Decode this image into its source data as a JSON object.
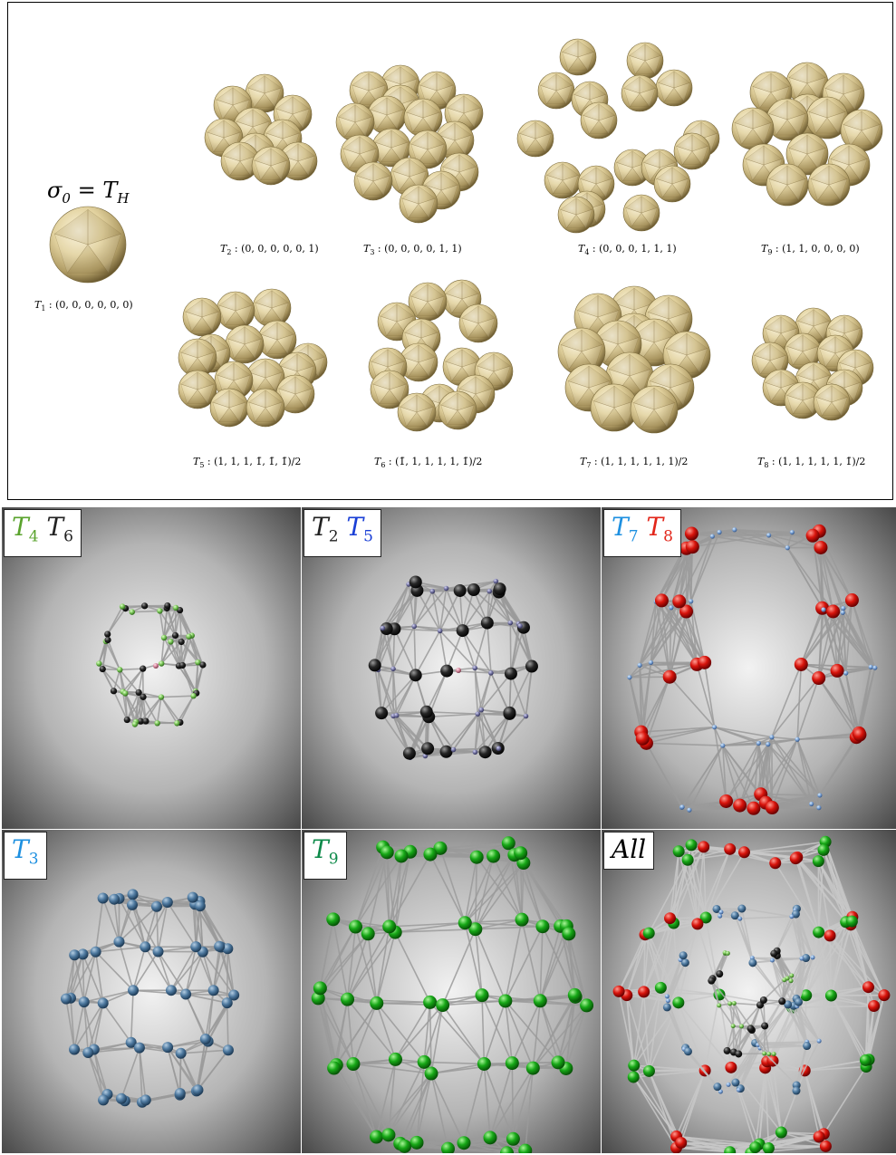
{
  "heading": {
    "sigma": "σ",
    "sigma_sub": "0",
    "equals": "= T",
    "equals_sub": "H"
  },
  "colors": {
    "ball": "#e8d9a6",
    "ball_shadow": "#8d7b4a",
    "t4": "#5aa32d",
    "t6": "#222222",
    "t2": "#222222",
    "t5": "#1a3fd6",
    "t7": "#1e90e0",
    "t8": "#e2261a",
    "t3": "#1e90e0",
    "t9": "#0e8a4a"
  },
  "clusters": [
    {
      "id": "T1",
      "name": "T",
      "sub": "1",
      "coords": "(0, 0, 0, 0, 0, 0)"
    },
    {
      "id": "T2",
      "name": "T",
      "sub": "2",
      "coords": "(0, 0, 0, 0, 0, 1)"
    },
    {
      "id": "T3",
      "name": "T",
      "sub": "3",
      "coords": "(0, 0, 0, 0, 1, 1)"
    },
    {
      "id": "T4",
      "name": "T",
      "sub": "4",
      "coords": "(0, 0, 0, 1, 1, 1)"
    },
    {
      "id": "T9",
      "name": "T",
      "sub": "9",
      "coords": "(1, 1, 0, 0, 0, 0)"
    },
    {
      "id": "T5",
      "name": "T",
      "sub": "5",
      "coords": "(1, 1, 1, 1̄, 1̄, 1̄)/2"
    },
    {
      "id": "T6",
      "name": "T",
      "sub": "6",
      "coords": "(1̄, 1, 1, 1, 1, 1̄)/2"
    },
    {
      "id": "T7",
      "name": "T",
      "sub": "7",
      "coords": "(1, 1, 1, 1, 1, 1)/2"
    },
    {
      "id": "T8",
      "name": "T",
      "sub": "8",
      "coords": "(1, 1, 1, 1, 1, 1̄)/2"
    }
  ],
  "panels": [
    {
      "id": "p1",
      "label": [
        {
          "t": "T",
          "s": "4",
          "c": "#5aa32d"
        },
        {
          "t": "T",
          "s": "6",
          "c": "#222222"
        }
      ]
    },
    {
      "id": "p2",
      "label": [
        {
          "t": "T",
          "s": "2",
          "c": "#222222"
        },
        {
          "t": "T",
          "s": "5",
          "c": "#1a3fd6"
        }
      ]
    },
    {
      "id": "p3",
      "label": [
        {
          "t": "T",
          "s": "7",
          "c": "#1e90e0"
        },
        {
          "t": "T",
          "s": "8",
          "c": "#e2261a"
        }
      ]
    },
    {
      "id": "p4",
      "label": [
        {
          "t": "T",
          "s": "3",
          "c": "#1e90e0"
        }
      ]
    },
    {
      "id": "p5",
      "label": [
        {
          "t": "T",
          "s": "9",
          "c": "#0e8a4a"
        }
      ]
    },
    {
      "id": "p6",
      "label": [
        {
          "t": "All",
          "s": "",
          "c": "#000000"
        }
      ]
    }
  ]
}
